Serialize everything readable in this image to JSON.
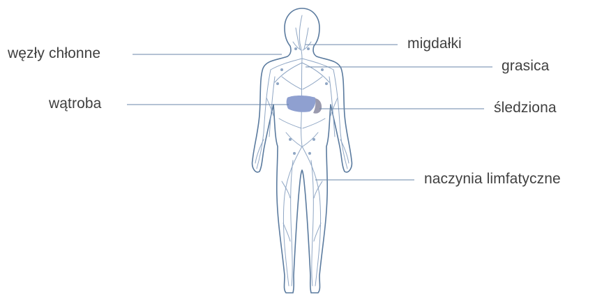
{
  "diagram": {
    "labels": {
      "lymph_nodes": "węzły chłonne",
      "liver": "wątroba",
      "tonsils": "migdałki",
      "thymus": "grasica",
      "spleen": "śledziona",
      "lymph_vessels": "naczynia limfatyczne"
    },
    "colors": {
      "outline": "#5a7a9e",
      "vessels": "#8fa6c4",
      "leader": "#6a86a8",
      "liver": "#8fa0d0",
      "spleen": "#9a9aae",
      "text": "#404040"
    }
  }
}
